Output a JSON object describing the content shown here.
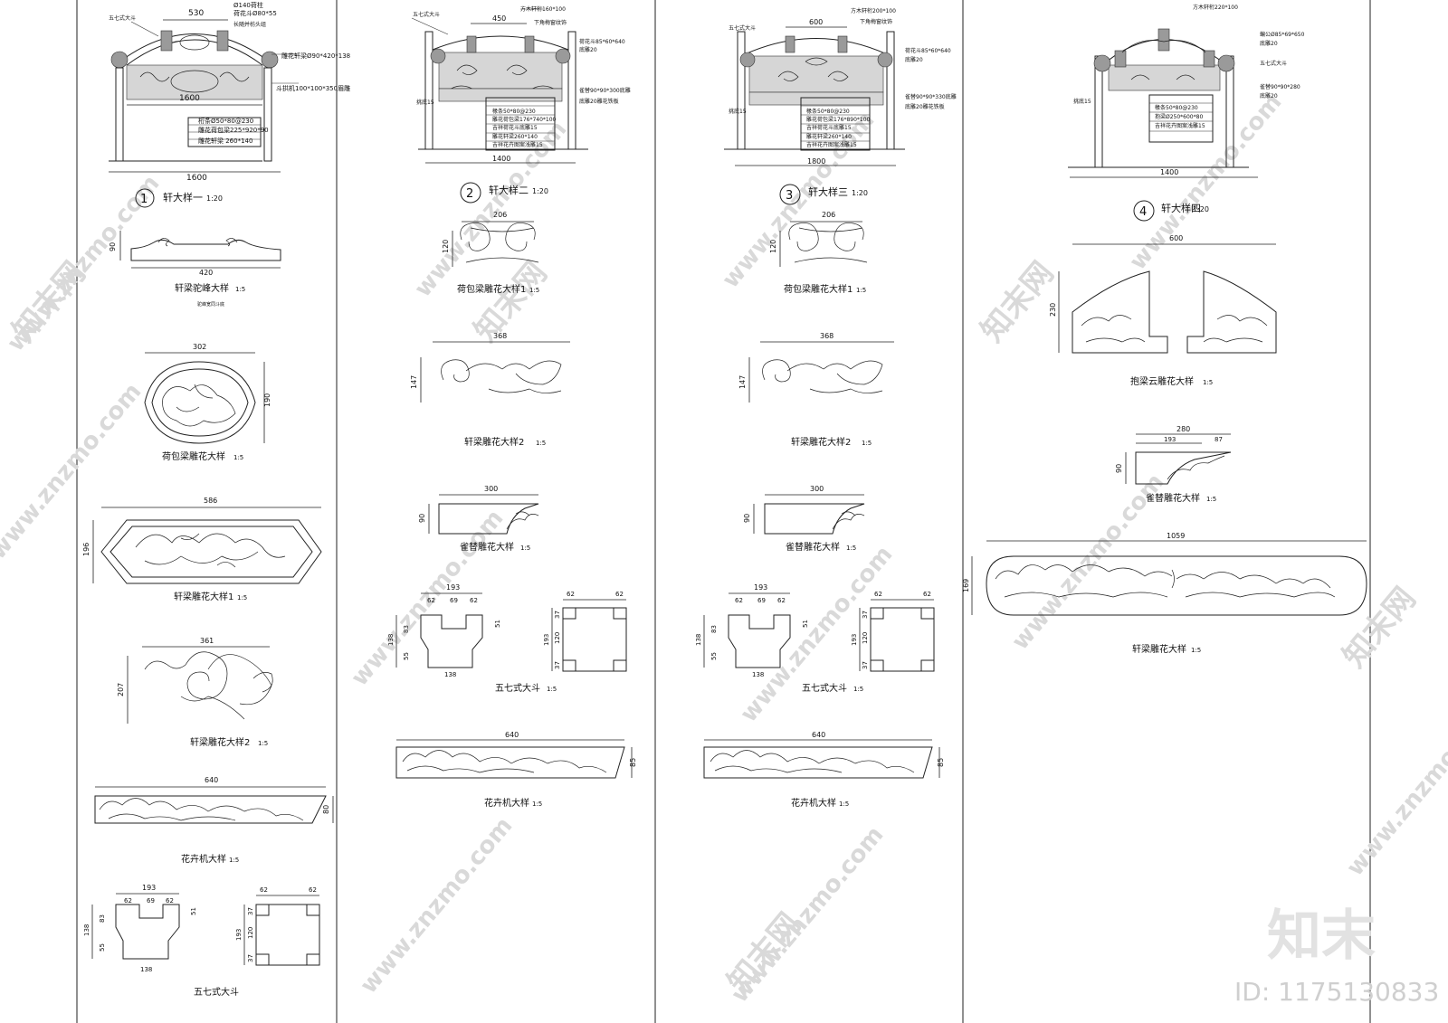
{
  "panels": [
    {
      "number": "1",
      "title": "轩大样一",
      "scale": "1:20",
      "dims": {
        "top": "530",
        "mid": "1600",
        "bottom": "1600"
      },
      "notes": [
        "Ø140荷柱",
        "五七式大斗",
        "荷花斗Ø80*55",
        "长随并枋头组",
        "雕花轩梁Ø90*420*138",
        "斗拱机100*100*350眉雕",
        "桁条Ø50*80@230",
        "雕花荷包梁225*920*90",
        "雕花轩梁 260*140"
      ]
    },
    {
      "number": "2",
      "title": "轩大样二",
      "scale": "1:20",
      "dims": {
        "top": "450",
        "bottom": "1400"
      },
      "notes": [
        "五七式大斗",
        "方木轩桁160*100",
        "下角梅窗纹饰",
        "荷花斗85*60*640",
        "底雕20",
        "雀替90*90*300底雕",
        "底雕20雕花铁板",
        "挑底15",
        "椽条50*80@230",
        "雕花荷包梁176*740*100",
        "吉祥荷花斗底雕15",
        "雕花轩梁260*140",
        "吉祥花卉图案浅雕15"
      ]
    },
    {
      "number": "3",
      "title": "轩大样三",
      "scale": "1:20",
      "dims": {
        "top": "600",
        "bottom": "1800"
      },
      "notes": [
        "五七式大斗",
        "方木轩桁200*100",
        "下角梅窗纹饰",
        "荷花斗85*60*640",
        "底雕20",
        "雀替90*90*330底雕",
        "底雕20雕花铁板",
        "挑底15",
        "椽条50*80@230",
        "雕花荷包梁176*890*100",
        "吉祥荷花斗底雕15",
        "雕花轩梁260*140",
        "吉祥花卉图案浅雕15"
      ]
    },
    {
      "number": "4",
      "title": "轩大样四",
      "scale": "1:20",
      "dims": {
        "bottom": "1400"
      },
      "notes": [
        "方木轩桁220*100",
        "五七式大斗",
        "蝙公Ø85*69*650",
        "底雕20",
        "雀替90*90*280",
        "底雕20",
        "挑底15",
        "椽条50*80@230",
        "抱梁Ø250*600*80",
        "吉祥花卉图案浅雕15"
      ]
    }
  ],
  "details": [
    {
      "title": "轩梁驼峰大样",
      "scale": "1:5",
      "dims": [
        "420",
        "90"
      ],
      "sub": "驼峰宽同斗底"
    },
    {
      "title": "荷包梁雕花大样",
      "scale": "1:5",
      "dims": [
        "302",
        "190"
      ]
    },
    {
      "title": "轩梁雕花大样1",
      "scale": "1:5",
      "dims": [
        "586",
        "196"
      ]
    },
    {
      "title": "轩梁雕花大样2",
      "scale": "1:5",
      "dims": [
        "361",
        "207"
      ]
    },
    {
      "title": "花卉机大样",
      "scale": "1:5",
      "dims": [
        "640",
        "80"
      ]
    },
    {
      "title": "五七式大斗",
      "scale": "",
      "dims": [
        "193",
        "62",
        "69",
        "62",
        "138",
        "83",
        "55",
        "51",
        "138",
        "62",
        "62",
        "37",
        "120",
        "37",
        "193"
      ]
    },
    {
      "title": "荷包梁雕花大样1",
      "scale": "1:5",
      "dims": [
        "206",
        "120"
      ]
    },
    {
      "title": "轩梁雕花大样2",
      "scale": "1:5",
      "dims": [
        "368",
        "147"
      ]
    },
    {
      "title": "雀替雕花大样",
      "scale": "1:5",
      "dims": [
        "300",
        "90"
      ]
    },
    {
      "title": "五七式大斗",
      "scale": "1:5",
      "dims": [
        "193",
        "62",
        "69",
        "62",
        "138",
        "83",
        "55",
        "51",
        "138",
        "62",
        "62",
        "37",
        "120",
        "37",
        "193"
      ]
    },
    {
      "title": "花卉机大样",
      "scale": "1:5",
      "dims": [
        "640",
        "85"
      ]
    },
    {
      "title": "荷包梁雕花大样1",
      "scale": "1:5",
      "dims": [
        "206",
        "120"
      ]
    },
    {
      "title": "轩梁雕花大样2",
      "scale": "1:5",
      "dims": [
        "368",
        "147"
      ]
    },
    {
      "title": "雀替雕花大样",
      "scale": "1:5",
      "dims": [
        "300",
        "90"
      ]
    },
    {
      "title": "五七式大斗",
      "scale": "1:5",
      "dims": [
        "193",
        "62",
        "69",
        "62",
        "138",
        "83",
        "55",
        "51",
        "138",
        "62",
        "62",
        "37",
        "120",
        "37",
        "193"
      ]
    },
    {
      "title": "花卉机大样",
      "scale": "1:5",
      "dims": [
        "640",
        "85"
      ]
    },
    {
      "title": "抱梁云雕花大样",
      "scale": "1:5",
      "dims": [
        "600",
        "230"
      ]
    },
    {
      "title": "雀替雕花大样",
      "scale": "1:5",
      "dims": [
        "280",
        "193",
        "87",
        "90"
      ]
    },
    {
      "title": "轩梁雕花大样",
      "scale": "1:5",
      "dims": [
        "1059",
        "169"
      ]
    }
  ],
  "watermark": {
    "site": "www.znzmo.com",
    "brand": "知末网",
    "logo": "知末",
    "id": "ID: 1175130833"
  }
}
